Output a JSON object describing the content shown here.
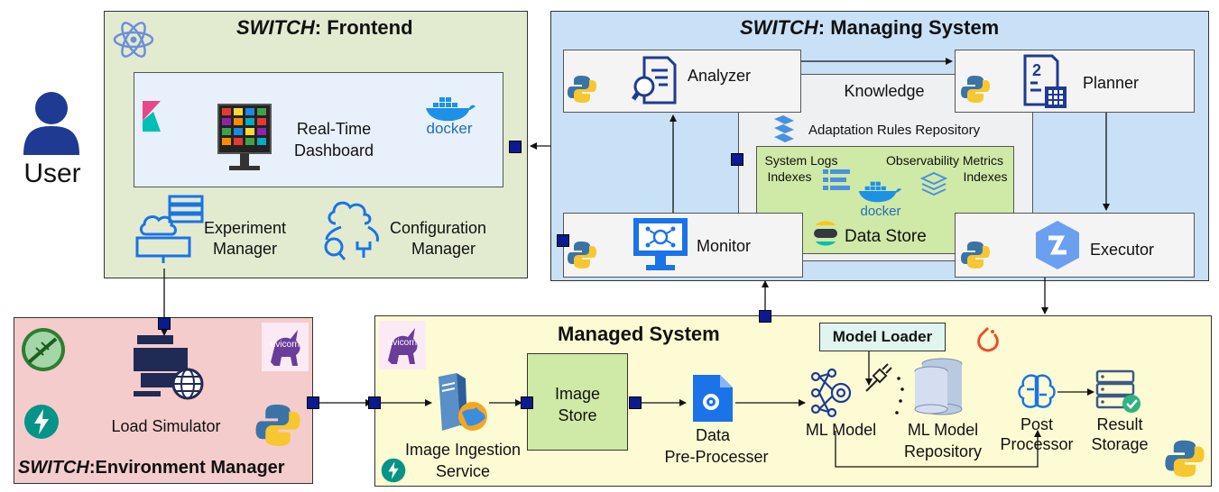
{
  "frontend": {
    "title_italic": "SWITCH",
    "title_rest": ": Frontend",
    "dashboard_label_1": "Real-Time",
    "dashboard_label_2": "Dashboard",
    "experiment_label_1": "Experiment",
    "experiment_label_2": "Manager",
    "configuration_label_1": "Configuration",
    "configuration_label_2": "Manager",
    "docker_text": "docker"
  },
  "user": {
    "label": "User"
  },
  "managing": {
    "title_italic": "SWITCH",
    "title_rest": ": Managing System",
    "analyzer": "Analyzer",
    "planner": "Planner",
    "monitor": "Monitor",
    "executor": "Executor",
    "knowledge": "Knowledge",
    "rules_repo": "Adaptation Rules Repository",
    "system_logs_1": "System Logs",
    "system_logs_2": "Indexes",
    "observability_1": "Observability Metrics",
    "observability_2": "Indexes",
    "data_store": "Data Store",
    "docker_text": "docker",
    "planner_icon_digit": "2"
  },
  "environment": {
    "title_italic": "SWITCH",
    "title_rest": ":Environment Manager",
    "load_simulator": "Load Simulator",
    "unicorn_text": "uvicorn"
  },
  "managed": {
    "title": "Managed System",
    "model_loader": "Model Loader",
    "image_ingestion_1": "Image Ingestion",
    "image_ingestion_2": "Service",
    "image_store_1": "Image",
    "image_store_2": "Store",
    "data_pre_1": "Data",
    "data_pre_2": "Pre-Processer",
    "ml_model": "ML Model",
    "ml_repo_1": "ML Model",
    "ml_repo_2": "Repository",
    "post_1": "Post",
    "post_2": "Processor",
    "result_1": "Result",
    "result_2": "Storage",
    "unicorn_text": "uvicorn"
  },
  "colors": {
    "frontend_bg": "#e2ebd0",
    "dashboard_bg": "#e8f1fb",
    "managing_bg": "#c9e1f7",
    "knowledge_bg": "#eef0f2",
    "datastore_bg": "#cfe9a6",
    "environment_bg": "#f4cccc",
    "managed_bg": "#fdfbd3",
    "image_store_bg": "#cfe9a6",
    "model_loader_bg": "#dff5ee",
    "port": "#0b1a8f",
    "icon_blue": "#1a73e8",
    "icon_navy": "#1f3a93"
  }
}
